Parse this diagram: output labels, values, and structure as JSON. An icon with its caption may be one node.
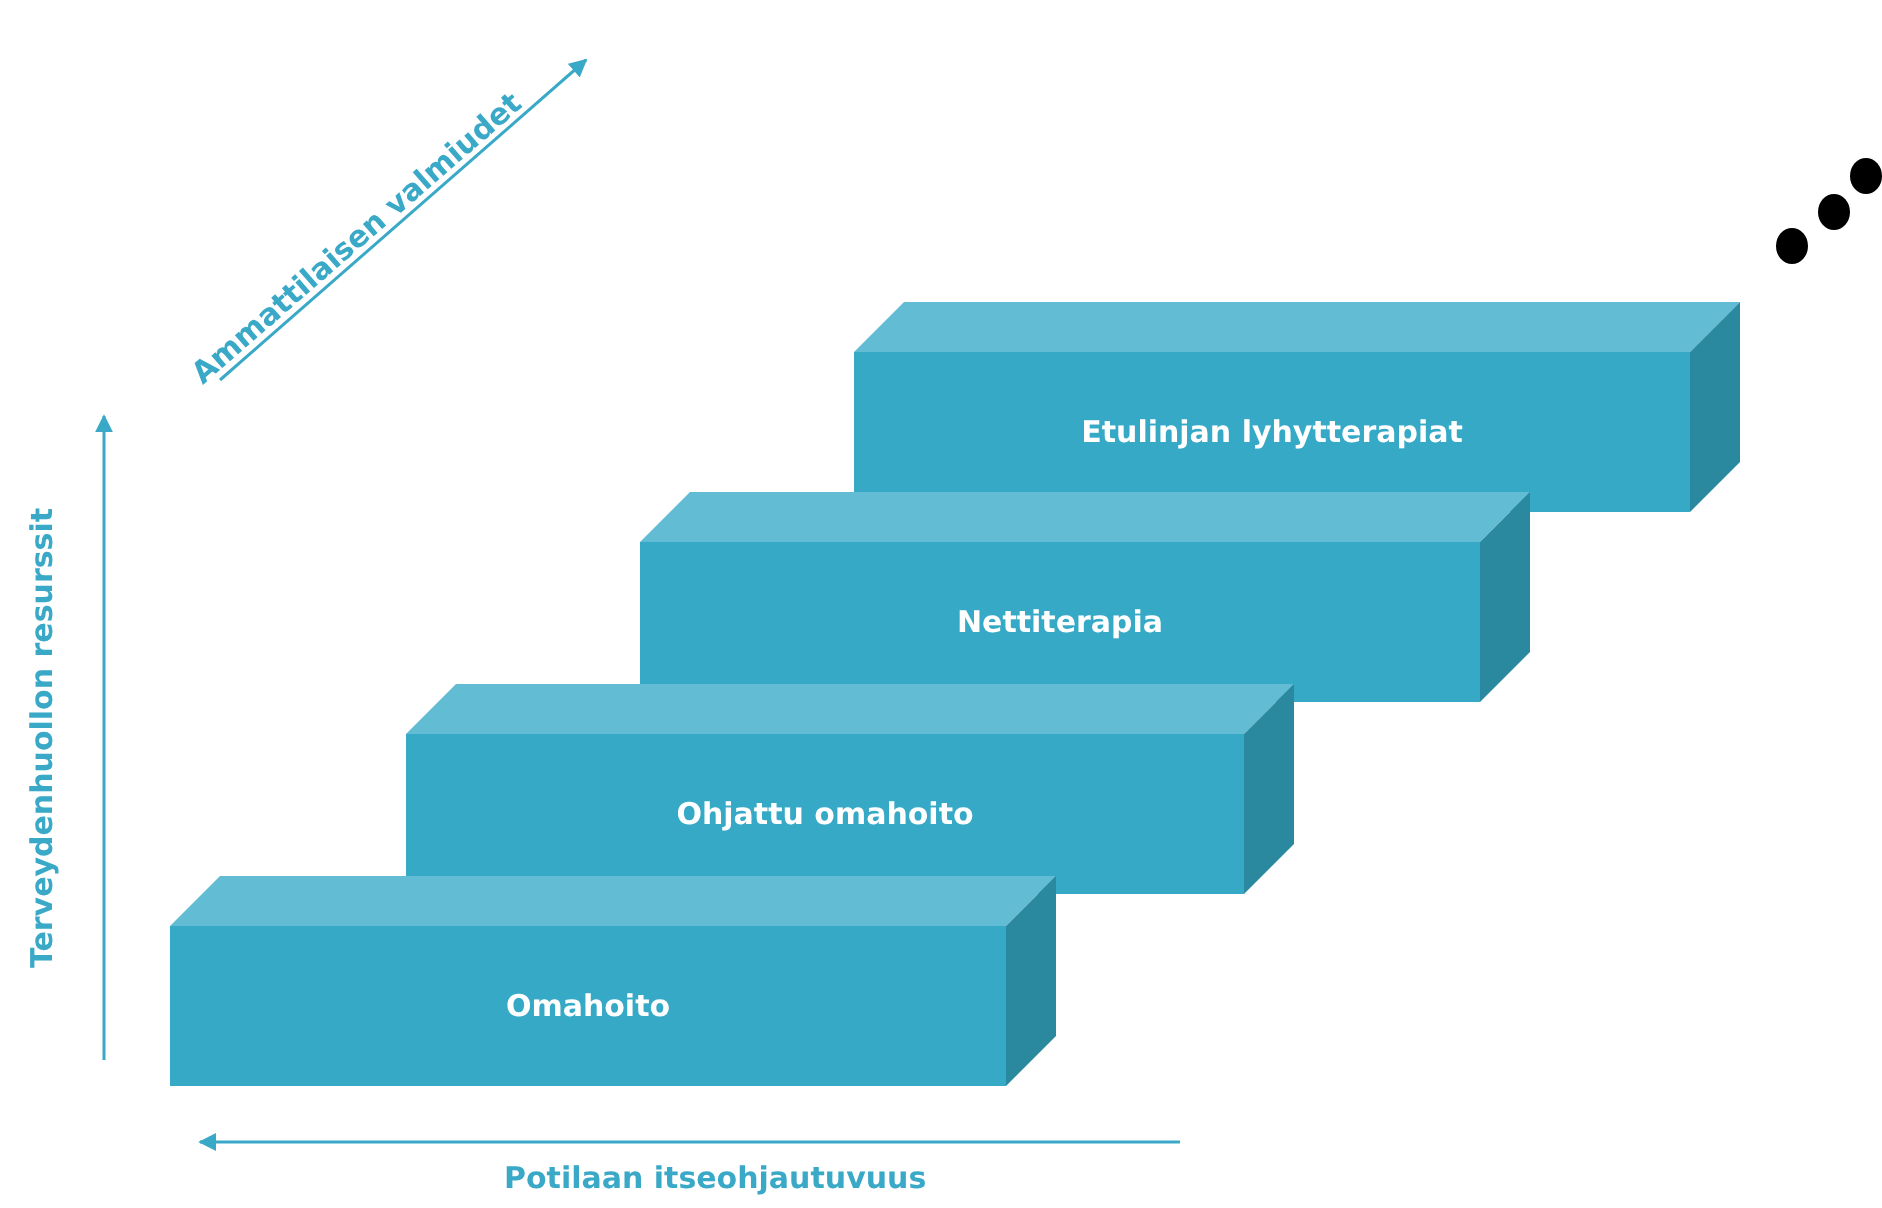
{
  "diagram": {
    "nodes": [
      {
        "text": [
          "Etulinjan lyhytterapiat"
        ]
      },
      {
        "text": [
          "Nettiterapia"
        ]
      },
      {
        "text": [
          "Ohjattu omahoito"
        ]
      },
      {
        "text": [
          "Omahoito"
        ]
      }
    ],
    "labels": [
      "Ammattilaisen valmiudet",
      "Terveydenhuollon resurssit",
      "Potilaan itseohjautuvuus"
    ]
  }
}
